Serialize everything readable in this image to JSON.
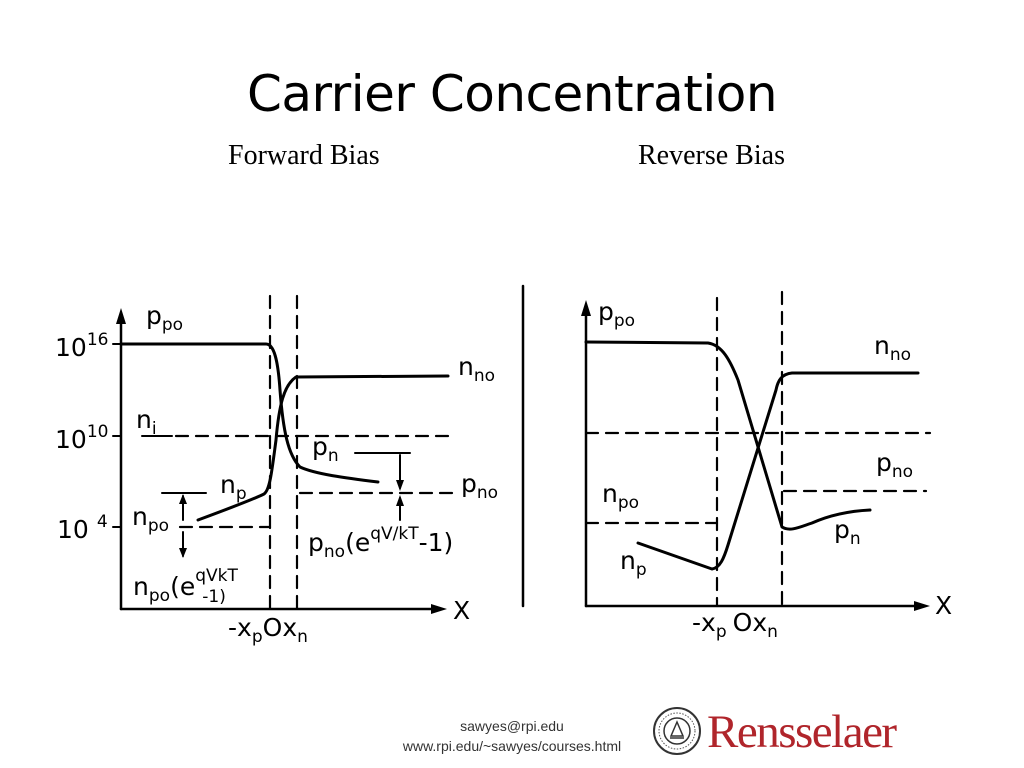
{
  "slide": {
    "title": "Carrier Concentration",
    "subtitle_left": "Forward Bias",
    "subtitle_right": "Reverse Bias"
  },
  "forward": {
    "y_ticks": [
      "10",
      "16",
      "10",
      "10",
      "10",
      "4"
    ],
    "labels": {
      "ppo_main": "p",
      "ppo_sub": "po",
      "nno_main": "n",
      "nno_sub": "no",
      "ni_main": "n",
      "ni_sub": "i",
      "pn_main": "p",
      "pn_sub": "n",
      "pno_main": "p",
      "pno_sub": "no",
      "np_main": "n",
      "np_sub": "p",
      "npo_main": "n",
      "npo_sub": "po",
      "inj_p_main": "p",
      "inj_p_sub": "no",
      "inj_p_exp": "(e",
      "inj_p_sup": "qV/kT",
      "inj_p_tail": "-1)",
      "inj_n_main": "n",
      "inj_n_sub": "po",
      "inj_n_exp": "(e",
      "inj_n_sup": "qVkT",
      "inj_n_tail": "-1)",
      "axis_x": "X",
      "xp_pre": "-x",
      "xp_sub": "p",
      "origin": "O",
      "xn_main": "x",
      "xn_sub": "n"
    }
  },
  "reverse": {
    "labels": {
      "ppo_main": "p",
      "ppo_sub": "po",
      "nno_main": "n",
      "nno_sub": "no",
      "pno_main": "p",
      "pno_sub": "no",
      "npo_main": "n",
      "npo_sub": "po",
      "pn_main": "p",
      "pn_sub": "n",
      "np_main": "n",
      "np_sub": "p",
      "axis_x": "X",
      "xp_pre": "-x",
      "xp_sub": "p",
      "origin": "O",
      "xn_main": "x",
      "xn_sub": "n"
    }
  },
  "footer": {
    "email": "sawyes@rpi.edu",
    "url": "www.rpi.edu/~sawyes/courses.html",
    "brand": "Rensselaer",
    "brand_color": "#b0252b"
  }
}
